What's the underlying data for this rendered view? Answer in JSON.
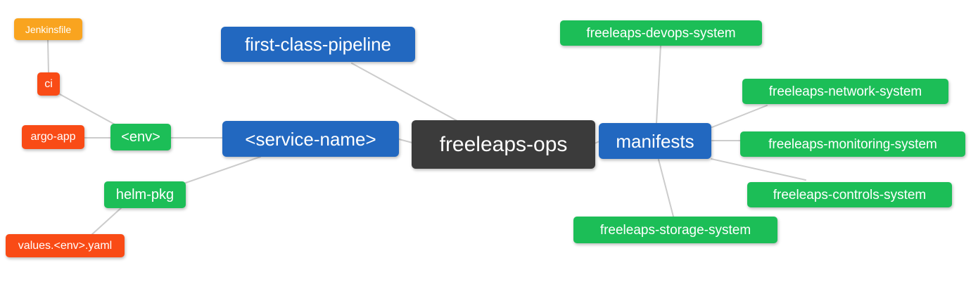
{
  "diagram": {
    "type": "mindmap",
    "colors": {
      "root_node": "#3b3b3b",
      "level1_node": "#2268c0",
      "level2_node": "#1cbe57",
      "level3_node": "#f94b16",
      "level4_node": "#f9a41f",
      "edge": "#cccccc",
      "node_text": "#ffffff",
      "background": "#ffffff"
    }
  },
  "nodes": {
    "root": {
      "label": "freeleaps-ops"
    },
    "first": {
      "label": "first-class-pipeline"
    },
    "service": {
      "label": "<service-name>"
    },
    "manifests": {
      "label": "manifests"
    },
    "env": {
      "label": "<env>"
    },
    "helm": {
      "label": "helm-pkg"
    },
    "ci": {
      "label": "ci"
    },
    "argo": {
      "label": "argo-app"
    },
    "values": {
      "label": "values.<env>.yaml"
    },
    "jenkinsfile": {
      "label": "Jenkinsfile"
    },
    "devops": {
      "label": "freeleaps-devops-system"
    },
    "network": {
      "label": "freeleaps-network-system"
    },
    "monitoring": {
      "label": "freeleaps-monitoring-system"
    },
    "controls": {
      "label": "freeleaps-controls-system"
    },
    "storage": {
      "label": "freeleaps-storage-system"
    }
  },
  "edges": [
    {
      "from": "Jenkinsfile",
      "to": "ci"
    },
    {
      "from": "ci",
      "to": "<env>"
    },
    {
      "from": "argo-app",
      "to": "<env>"
    },
    {
      "from": "<env>",
      "to": "<service-name>"
    },
    {
      "from": "helm-pkg",
      "to": "<service-name>"
    },
    {
      "from": "values.<env>.yaml",
      "to": "helm-pkg"
    },
    {
      "from": "first-class-pipeline",
      "to": "freeleaps-ops"
    },
    {
      "from": "<service-name>",
      "to": "freeleaps-ops"
    },
    {
      "from": "freeleaps-ops",
      "to": "manifests"
    },
    {
      "from": "manifests",
      "to": "freeleaps-devops-system"
    },
    {
      "from": "manifests",
      "to": "freeleaps-network-system"
    },
    {
      "from": "manifests",
      "to": "freeleaps-monitoring-system"
    },
    {
      "from": "manifests",
      "to": "freeleaps-controls-system"
    },
    {
      "from": "manifests",
      "to": "freeleaps-storage-system"
    }
  ]
}
